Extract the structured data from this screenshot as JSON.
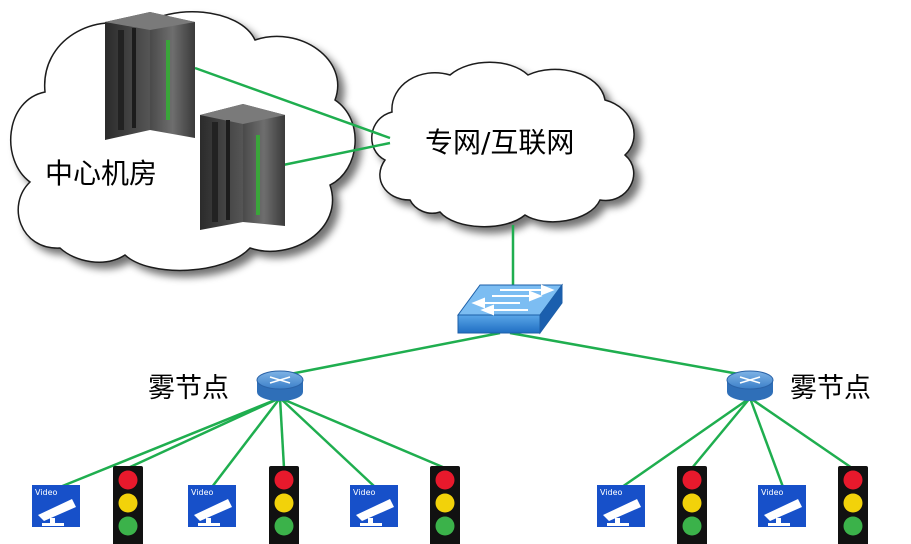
{
  "labels": {
    "datacenter": "中心机房",
    "network": "专网/互联网",
    "fog_left": "雾节点",
    "fog_right": "雾节点"
  },
  "camera_label": "Video",
  "colors": {
    "link": "#1fae4f",
    "switch_top": "#3a8fd8",
    "camera_blue": "#1750c9",
    "light_red": "#e8192c",
    "light_yellow": "#f2d20a",
    "light_green": "#3bb24a",
    "light_body": "#111111"
  },
  "icons": [
    "server-icon",
    "cloud-icon",
    "switch-icon",
    "router-icon",
    "camera-icon",
    "traffic-light-icon"
  ]
}
